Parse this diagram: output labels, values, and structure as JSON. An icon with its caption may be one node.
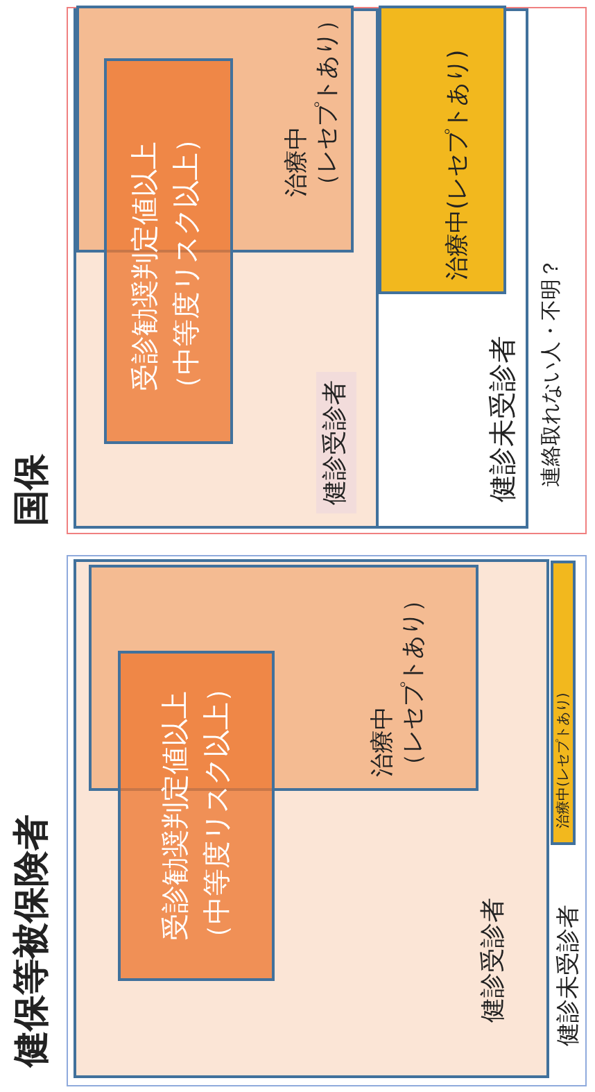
{
  "diagram": {
    "nodes": [
      {
        "text": [
          "健保等被保険者",
          "健診未受診者"
        ]
      },
      {
        "text": [
          "健診受診者"
        ],
        "in": 0
      },
      {
        "text": [
          "治療中",
          "（レセプトあり）"
        ],
        "in": 1
      },
      {
        "text": [
          "受診勧奨判定値以上",
          "（中等度リスク以上）"
        ],
        "in": 1
      },
      {
        "text": [
          "治療中(レセプトあり)"
        ],
        "in": 0
      },
      {
        "text": [
          "国保",
          "連絡取れない人・不明？"
        ]
      },
      {
        "text": [
          "健診受診者"
        ],
        "in": 5
      },
      {
        "text": [
          "治療中",
          "（レセプトあり）"
        ],
        "in": 6
      },
      {
        "text": [
          "受診勧奨判定値以上",
          "（中等度リスク以上）"
        ],
        "in": 6
      },
      {
        "text": [
          "健診未受診者"
        ],
        "in": 5
      },
      {
        "text": [
          "治療中(レセプトあり)"
        ],
        "in": 9
      }
    ]
  }
}
